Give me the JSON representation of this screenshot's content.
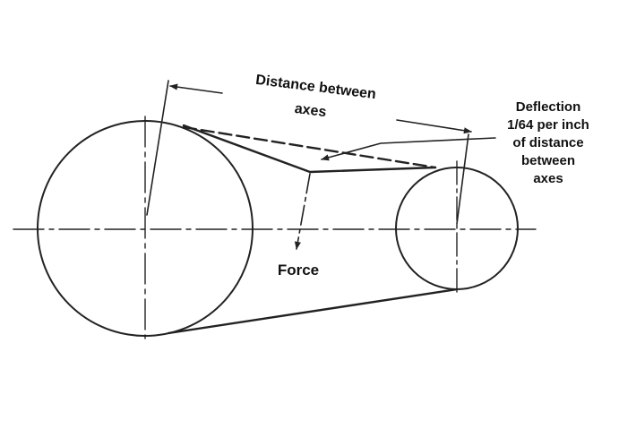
{
  "labels": {
    "distance_line1": "Distance between",
    "distance_line2": "axes",
    "deflection_line1": "Deflection",
    "deflection_line2": "1/64 per inch",
    "deflection_line3": "of distance",
    "deflection_line4": "between",
    "deflection_line5": "axes",
    "force": "Force"
  },
  "colors": {
    "ink": "#222222",
    "background": "#ffffff"
  }
}
